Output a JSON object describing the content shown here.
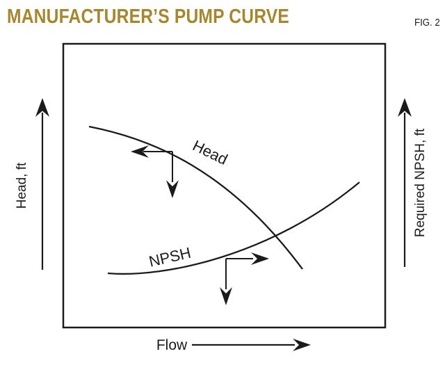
{
  "page": {
    "background": "#ffffff",
    "ink_color": "#1b1b1b"
  },
  "header": {
    "title": "MANUFACTURER’S PUMP CURVE",
    "title_color": "#a6872e",
    "fig_label": "FIG. 2"
  },
  "labels": {
    "left_axis": "Head, ft",
    "right_axis": "Required NPSH, ft",
    "bottom_axis": "Flow",
    "head_curve": "Head",
    "npsh_curve": "NPSH"
  },
  "chart_data": {
    "type": "line",
    "title": "Manufacturer's Pump Curve",
    "xlabel": "Flow",
    "ylabel": "Head, ft",
    "ylabel_right": "Required NPSH, ft",
    "axis_numbers_shown": false,
    "grid": false,
    "legend": "inline curve labels",
    "x_range_pct": [
      0,
      100
    ],
    "y_range_pct": [
      0,
      100
    ],
    "series": [
      {
        "name": "Head",
        "axis": "left",
        "shape": "descending, concave down",
        "x_pct": [
          8.2,
          20,
          34,
          50,
          67.1,
          74.2
        ],
        "y_pct": [
          70.7,
          67.5,
          62.0,
          50.5,
          32.7,
          20.7
        ]
      },
      {
        "name": "NPSH",
        "axis": "right",
        "shape": "ascending, concave up",
        "x_pct": [
          14.0,
          25,
          37,
          50.5,
          67.1,
          80,
          91.8
        ],
        "y_pct": [
          19.3,
          18.6,
          20.0,
          24.4,
          32.7,
          41.5,
          51.2
        ]
      }
    ],
    "annotations": [
      {
        "curve": "Head",
        "at": {
          "x_pct": 34,
          "y_pct": 62
        },
        "arrows": [
          "left",
          "down"
        ]
      },
      {
        "curve": "NPSH",
        "at": {
          "x_pct": 50.5,
          "y_pct": 24.4
        },
        "arrows": [
          "right",
          "down"
        ]
      }
    ],
    "axis_direction_arrows": [
      {
        "axis": "left (Head, ft)",
        "direction": "up"
      },
      {
        "axis": "right (Required NPSH, ft)",
        "direction": "up"
      },
      {
        "axis": "bottom (Flow)",
        "direction": "right"
      }
    ]
  }
}
